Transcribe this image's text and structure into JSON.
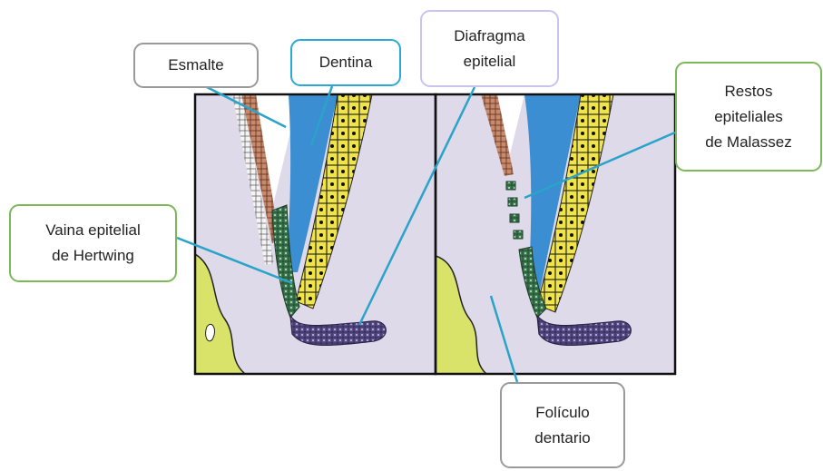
{
  "labels": {
    "esmalte": "Esmalte",
    "dentina": "Dentina",
    "diafragma": "Diafragma\nepitelial",
    "restos": "Restos\nepiteliales\nde Malassez",
    "vaina": "Vaina epitelial\nde Hertwing",
    "foliculo": "Folículo\ndentario"
  },
  "colors": {
    "follicle": "#dedaea",
    "dentin": "#3b8ed1",
    "odontoblast": "#f0e449",
    "enamel": "#ffffff",
    "ameloblast": "#c98a6c",
    "sheath": "#3e7f55",
    "diaphragm": "#5a4f8a",
    "bone": "#d9e36a",
    "leader": "#2aa3c9",
    "frame": "#111111"
  }
}
